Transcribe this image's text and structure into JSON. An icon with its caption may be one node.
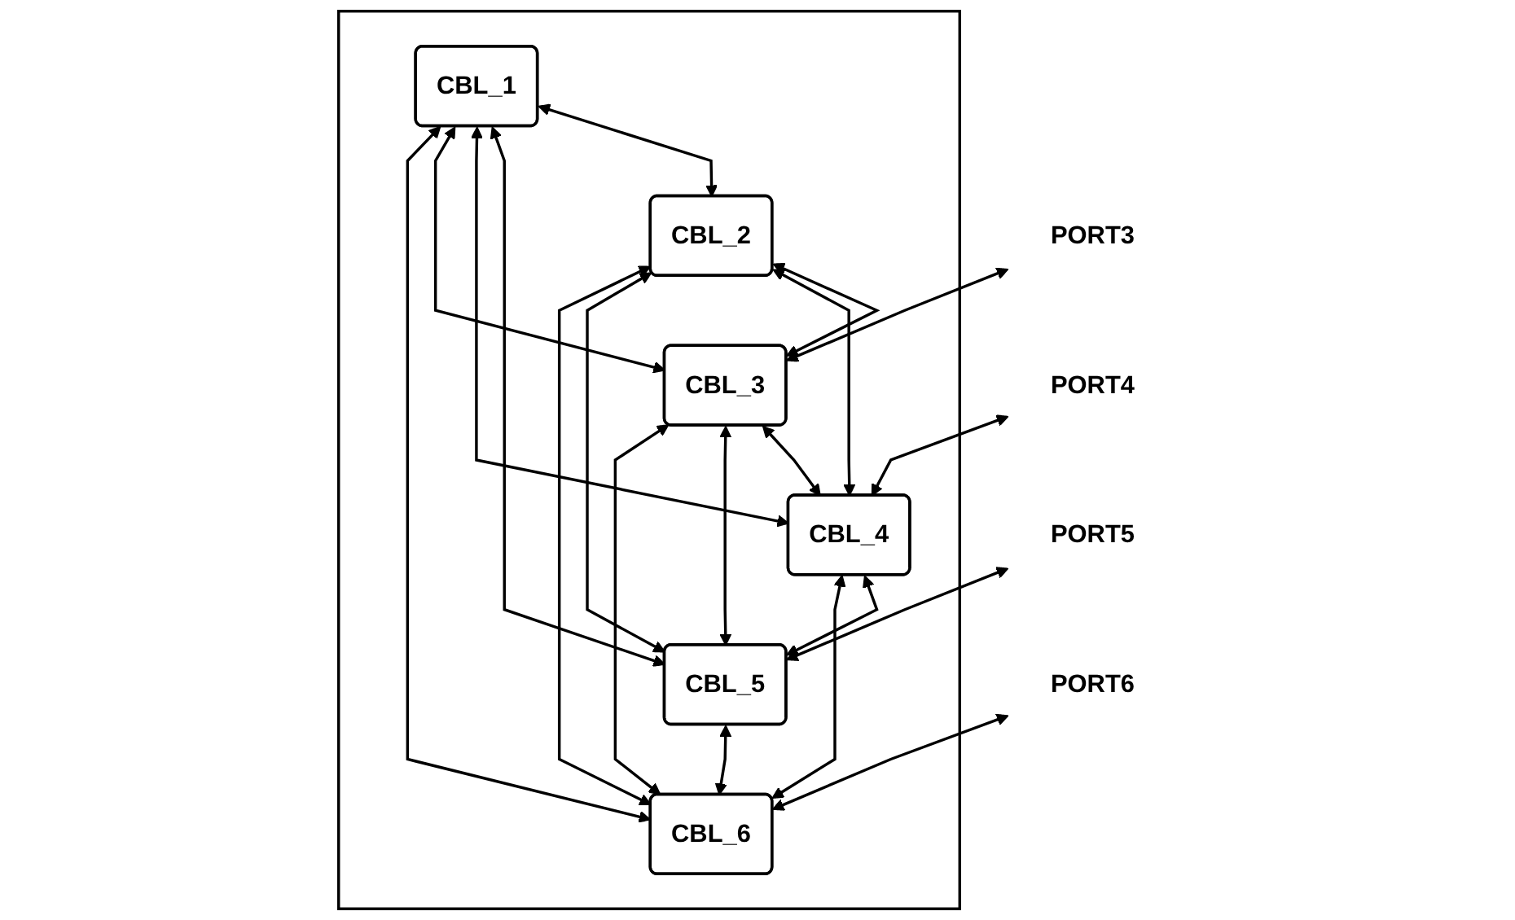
{
  "diagram": {
    "nodes": [
      {
        "text": [],
        "shape": "box"
      },
      {
        "text": [
          "CBL_1"
        ],
        "in": 0
      },
      {
        "text": [
          "CBL_2"
        ],
        "in": 0
      },
      {
        "text": [
          "CBL_6"
        ],
        "in": 0
      },
      {
        "text": [
          "CBL_3"
        ],
        "in": 0
      },
      {
        "text": [
          "CBL_5"
        ],
        "in": 0
      },
      {
        "text": [
          "CBL_4"
        ],
        "in": 0
      },
      {
        "text": [
          "PORT6"
        ]
      },
      {
        "text": [
          "PORT3"
        ]
      },
      {
        "text": [
          "PORT5"
        ]
      },
      {
        "text": [
          "PORT4"
        ]
      }
    ],
    "edges": [
      {
        "from": 1,
        "to": 2,
        "arrow": "both"
      },
      {
        "from": 2,
        "to": 4,
        "arrow": "both"
      },
      {
        "from": 4,
        "to": 6,
        "arrow": "both"
      },
      {
        "from": 6,
        "to": 5,
        "arrow": "both"
      },
      {
        "from": 5,
        "to": 3,
        "arrow": "both"
      },
      {
        "from": 3,
        "to": 1,
        "arrow": "both"
      },
      {
        "from": 1,
        "to": 5,
        "arrow": "both"
      },
      {
        "from": 2,
        "to": 6,
        "arrow": "both"
      },
      {
        "from": 1,
        "to": 6,
        "arrow": "both"
      },
      {
        "from": 2,
        "to": 5,
        "arrow": "both"
      },
      {
        "from": 3,
        "to": 4,
        "arrow": "both"
      },
      {
        "from": 1,
        "to": 4,
        "arrow": "both"
      },
      {
        "from": 3,
        "to": 6,
        "arrow": "both"
      },
      {
        "from": 2,
        "to": 3,
        "arrow": "both"
      },
      {
        "from": 4,
        "to": 5,
        "arrow": "both"
      },
      {
        "from": 7,
        "to": 3,
        "arrow": "both"
      },
      {
        "from": 8,
        "to": 4,
        "arrow": "both"
      },
      {
        "from": 9,
        "to": 5,
        "arrow": "both"
      },
      {
        "from": 10,
        "to": 6,
        "arrow": "both"
      }
    ]
  }
}
